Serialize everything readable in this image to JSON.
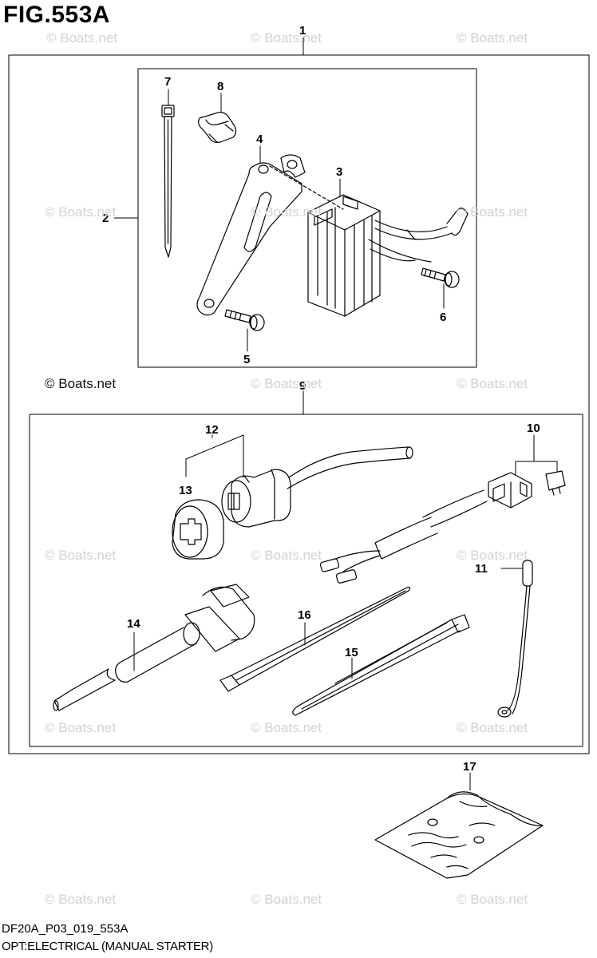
{
  "figure": {
    "title": "FIG.553A",
    "code": "DF20A_P03_019_553A",
    "description": "OPT:ELECTRICAL (MANUAL STARTER)"
  },
  "watermark": {
    "text": "© Boats.net"
  },
  "callouts": [
    "1",
    "2",
    "3",
    "4",
    "5",
    "6",
    "7",
    "8",
    "9",
    "10",
    "11",
    "12",
    "13",
    "14",
    "15",
    "16",
    "17"
  ],
  "colors": {
    "line": "#000000",
    "watermark": "#d2d2d2"
  }
}
